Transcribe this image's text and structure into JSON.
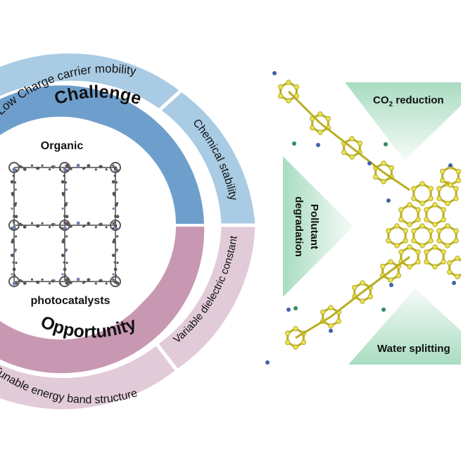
{
  "ring": {
    "top_outer_left": "Low Charge carrier mobility",
    "top_outer_right": "Chemical stability",
    "challenge": "Challenge",
    "bottom_outer_right": "Variable dielectric constant",
    "opportunity": "Opportunity",
    "bottom_outer_left": "Tunable energy band structure",
    "center_top": "Organic",
    "center_bottom": "photocatalysts"
  },
  "applications": {
    "co2": {
      "prefix": "CO",
      "subscript": "2",
      "suffix": " reduction"
    },
    "pollutant_line1": "Pollutant",
    "pollutant_line2": "degradation",
    "water": "Water splitting"
  },
  "colors": {
    "blue_light": "#a9cbe4",
    "blue_dark": "#6e9fcc",
    "pink_light": "#e2cbd8",
    "pink_dark": "#c898b2",
    "green": "#a9dcc1",
    "molecule": "#e9e25a",
    "molecule_stroke": "#b9ad1f",
    "heteroatom_blue": "#3e64a8",
    "heteroatom_green": "#2f8f5a"
  }
}
